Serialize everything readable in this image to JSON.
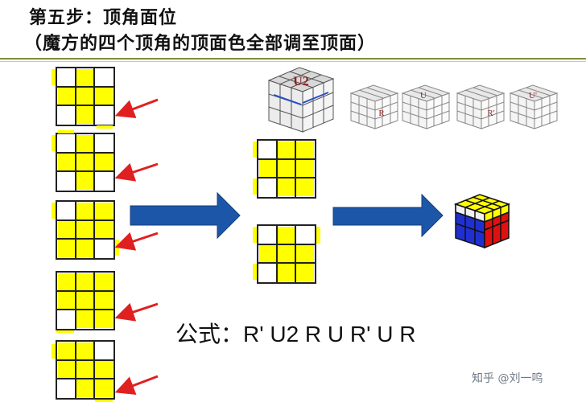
{
  "header": {
    "title": "第五步：顶角面位",
    "subtitle": "（魔方的四个顶角的顶面色全部调至顶面）"
  },
  "formula": "公式：R' U2 R U R' U R",
  "watermark": "知乎 @刘一鸣",
  "move_labels": [
    "U2",
    "R",
    "U",
    "R'",
    "U'"
  ],
  "colors": {
    "yellow": "#ffff00",
    "white": "#ffffff",
    "arrow_blue": "#1c56a8",
    "pointer_red": "#e02020"
  }
}
